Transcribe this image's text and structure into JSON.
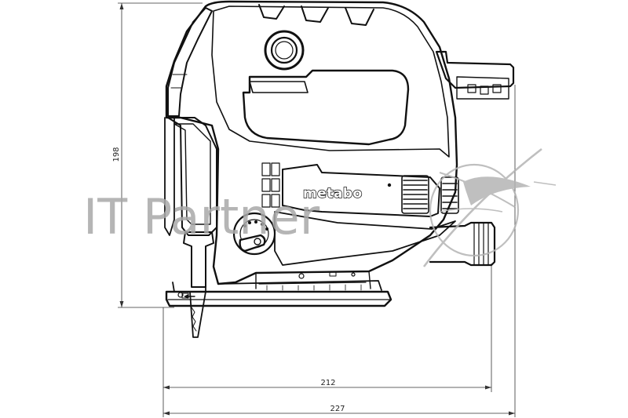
{
  "drawing": {
    "brand": "metabo",
    "dimensions": {
      "height": "198",
      "base_length": "212",
      "overall_length": "227"
    }
  },
  "watermark": {
    "text": "IT Partner"
  }
}
